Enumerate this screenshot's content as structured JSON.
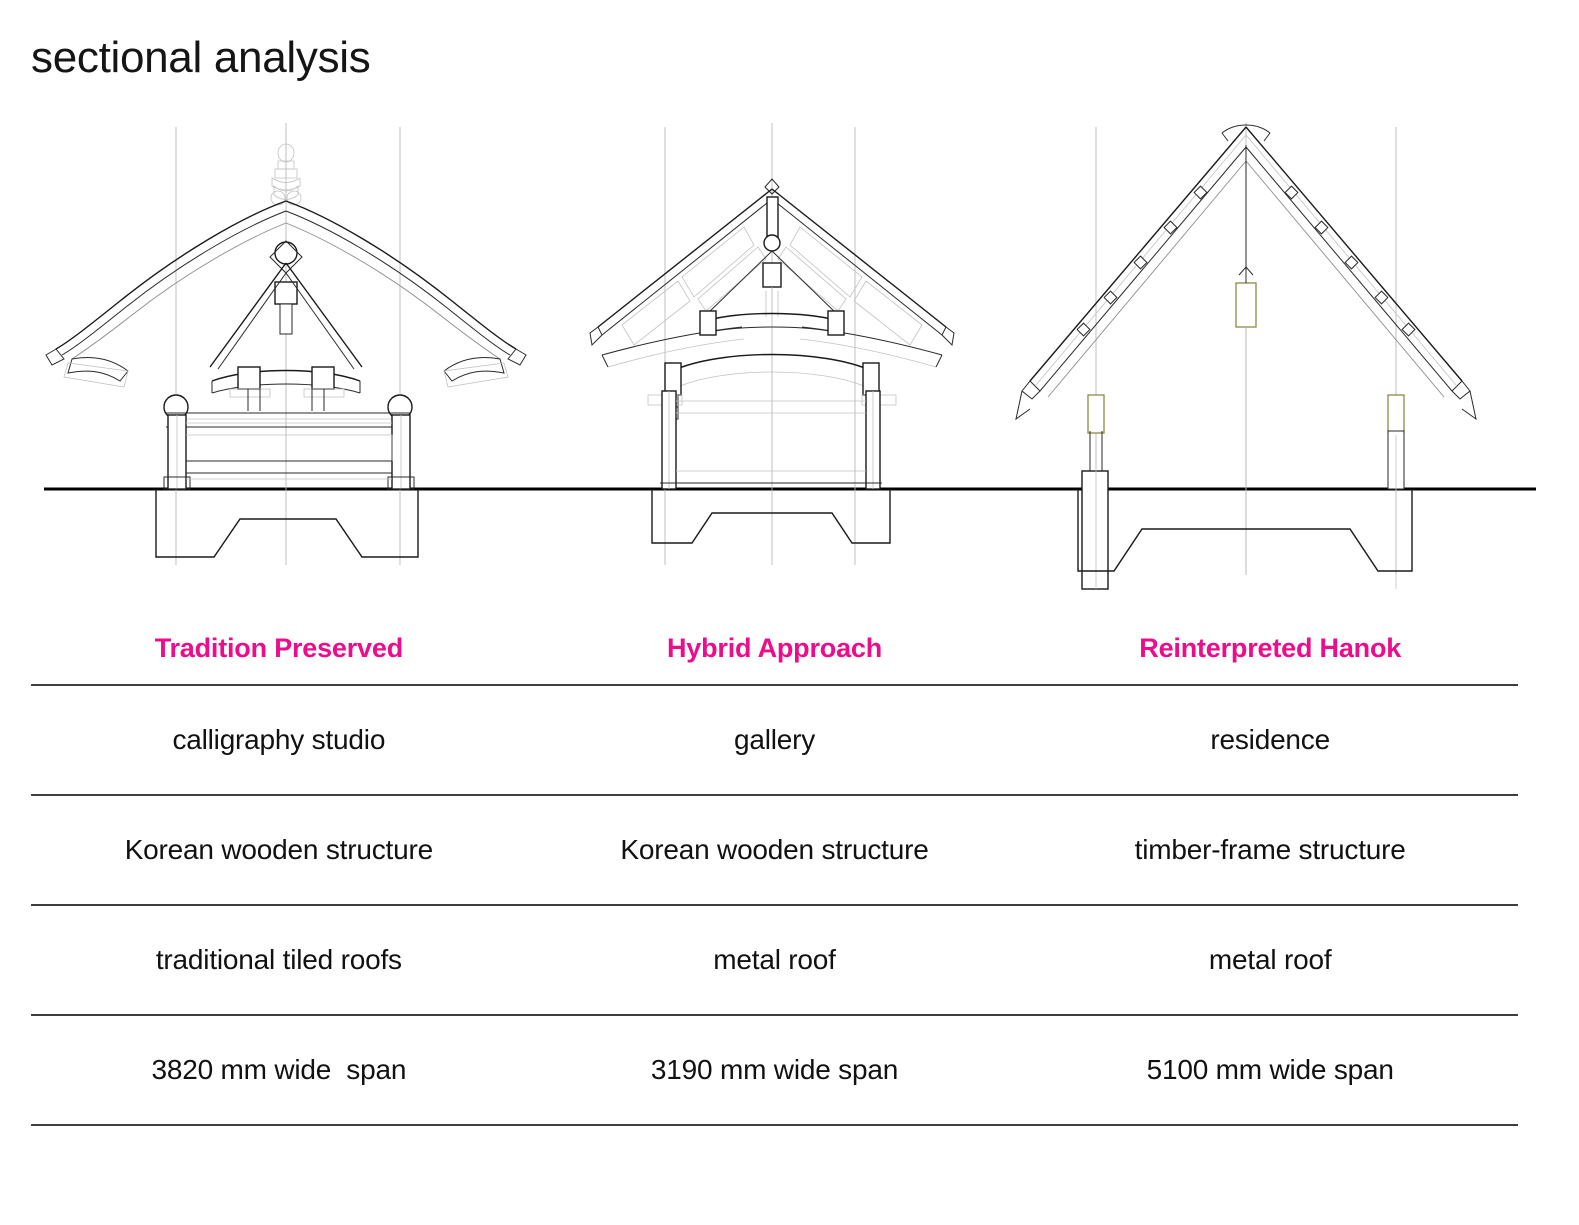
{
  "page": {
    "title": "sectional analysis",
    "accent_color": "#ec0c8c",
    "rule_color": "#3d3d3d",
    "background": "#ffffff",
    "text_color": "#111111"
  },
  "drawings": {
    "ground_line_label": "ground-line",
    "items": [
      {
        "id": "tradition-preserved",
        "name": "traditional-hanok-section",
        "roof": "curved upswept tiled roof with ridge finial",
        "span_mm": 3820
      },
      {
        "id": "hybrid-approach",
        "name": "hybrid-hanok-section",
        "roof": "straight gabled metal roof over panelized rafters",
        "span_mm": 3190
      },
      {
        "id": "reinterpreted-hanok",
        "name": "reinterpreted-hanok-section",
        "roof": "steep simple gable metal roof on timber purlins",
        "span_mm": 5100
      }
    ]
  },
  "table": {
    "headers": [
      "Tradition Preserved",
      "Hybrid Approach",
      "Reinterpreted Hanok"
    ],
    "rows": [
      {
        "key": "program",
        "cells": [
          "calligraphy studio",
          "gallery",
          "residence"
        ]
      },
      {
        "key": "structure",
        "cells": [
          "Korean wooden structure",
          "Korean wooden structure",
          "timber-frame structure"
        ]
      },
      {
        "key": "roofing",
        "cells": [
          "traditional tiled roofs",
          "metal roof",
          "metal roof"
        ]
      },
      {
        "key": "span",
        "cells": [
          "3820 mm wide  span",
          "3190 mm wide span",
          "5100 mm wide span"
        ]
      }
    ]
  }
}
